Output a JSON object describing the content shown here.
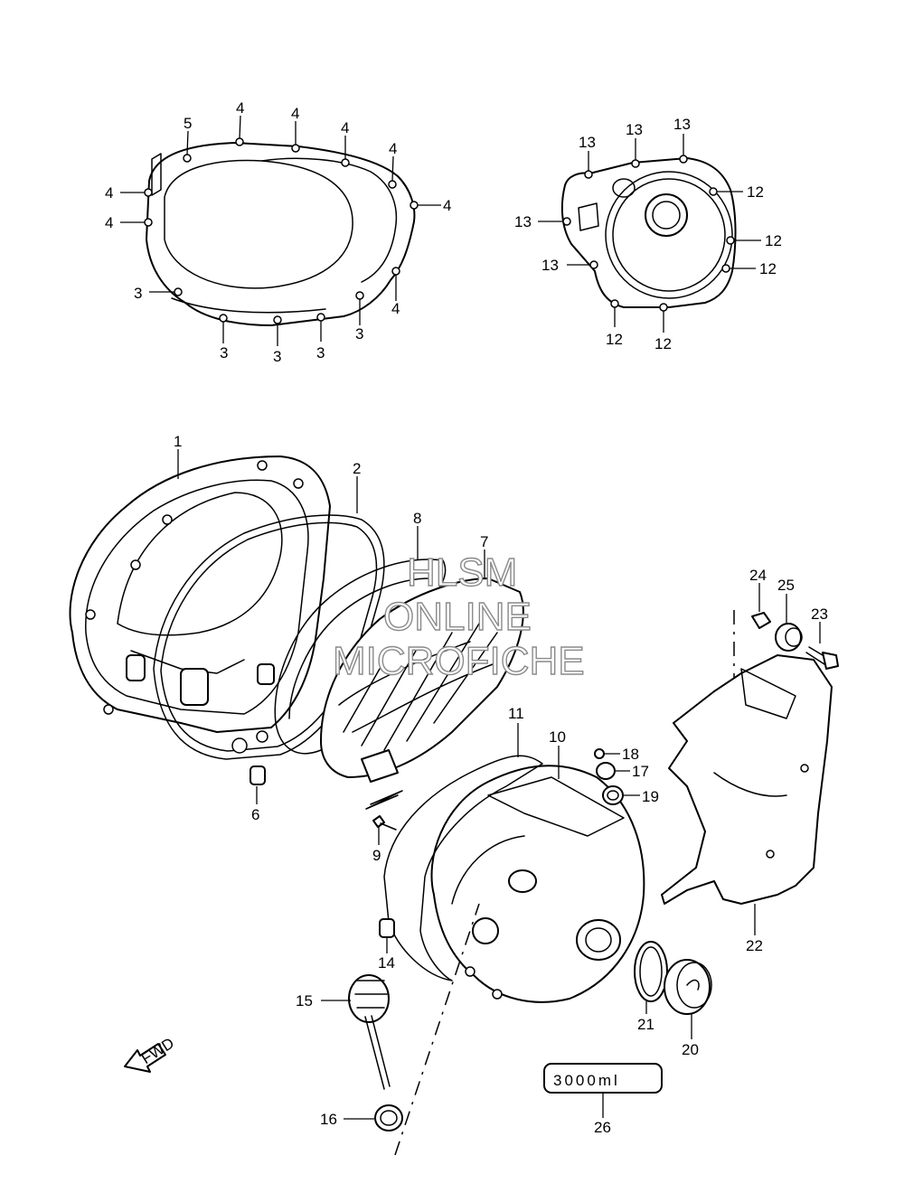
{
  "watermark": {
    "line1": "HLSM",
    "line2": "ONLINE",
    "line3": "MICROFICHE"
  },
  "fwd_label": "FWD",
  "quantity_box_text": "3000ml",
  "callouts": {
    "c1": "1",
    "c2": "2",
    "c3": "3",
    "c4": "4",
    "c5": "5",
    "c6": "6",
    "c7": "7",
    "c8": "8",
    "c9": "9",
    "c10": "10",
    "c11": "11",
    "c12": "12",
    "c13": "13",
    "c14": "14",
    "c15": "15",
    "c16": "16",
    "c17": "17",
    "c18": "18",
    "c19": "19",
    "c20": "20",
    "c21": "21",
    "c22": "22",
    "c23": "23",
    "c24": "24",
    "c25": "25",
    "c26": "26"
  }
}
